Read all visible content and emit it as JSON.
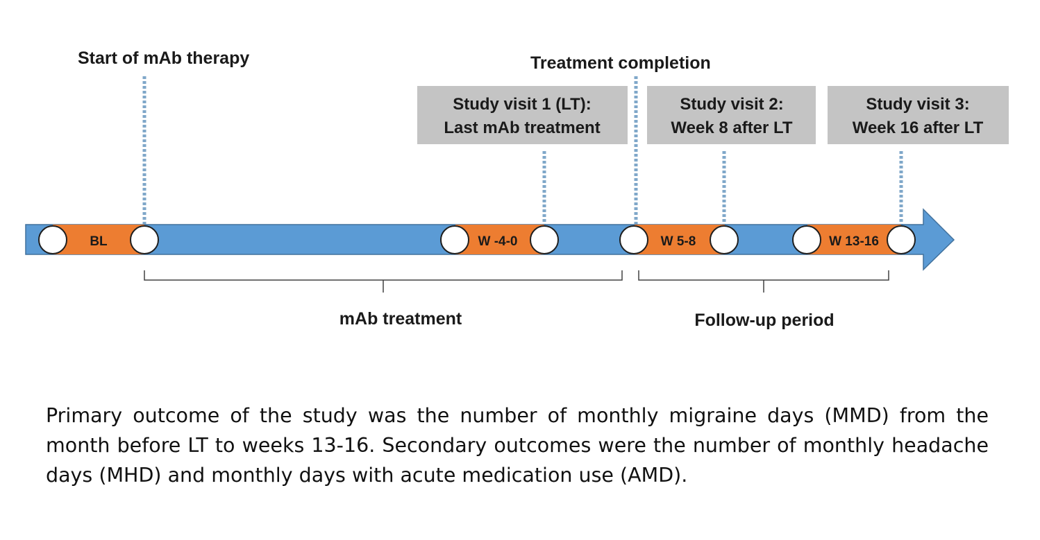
{
  "colors": {
    "timeline_blue": "#5b9bd5",
    "period_orange": "#ed7d31",
    "box_gray": "#c4c4c4",
    "dotted_line": "#7fa7c9",
    "bracket": "#404040"
  },
  "milestones": {
    "start_therapy": "Start of mAb therapy",
    "treatment_completion": "Treatment completion"
  },
  "visits": [
    {
      "line1": "Study visit 1 (LT):",
      "line2": "Last mAb treatment"
    },
    {
      "line1": "Study visit 2:",
      "line2": "Week 8 after LT"
    },
    {
      "line1": "Study visit 3:",
      "line2": "Week 16 after LT"
    }
  ],
  "segments": [
    "BL",
    "W -4-0",
    "W 5-8",
    "W 13-16"
  ],
  "brackets": {
    "treatment": "mAb treatment",
    "followup": "Follow-up period"
  },
  "caption": "Primary outcome of the study was the number of monthly migraine days (MMD) from the month before LT to weeks 13-16. Secondary outcomes were the number of monthly headache days (MHD) and monthly days with acute medication use (AMD)."
}
